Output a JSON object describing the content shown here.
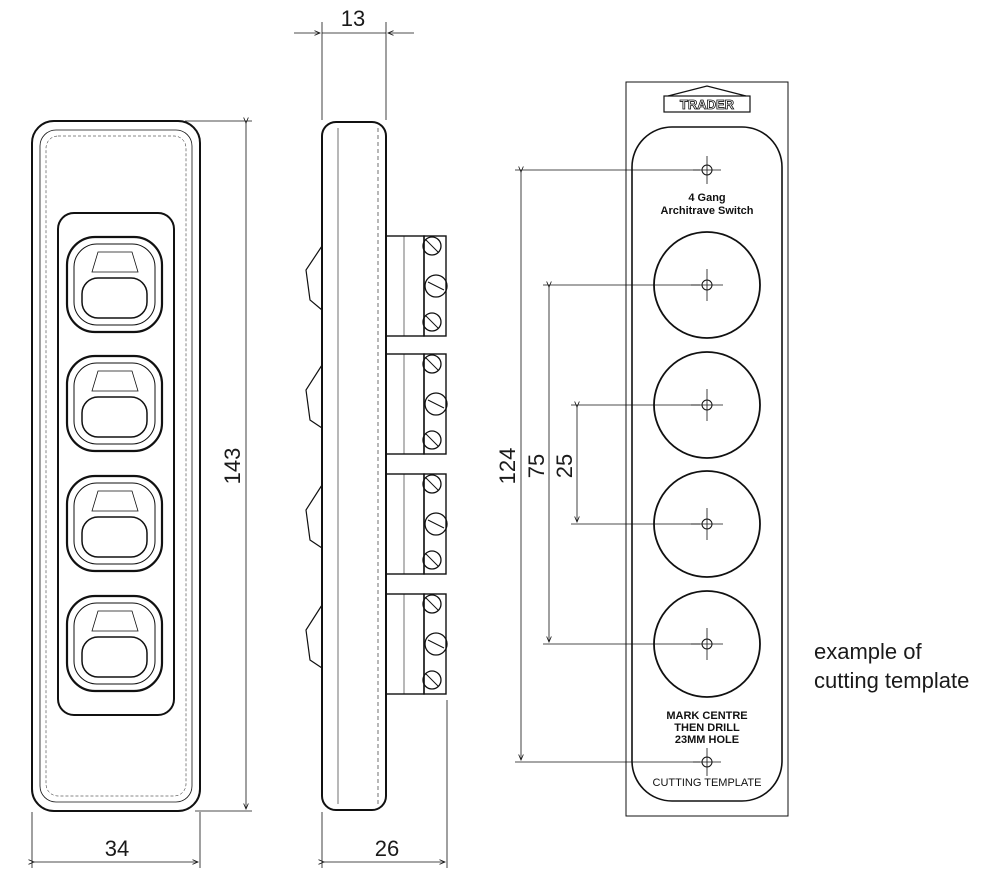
{
  "dimensions": {
    "front_width": "34",
    "front_height": "143",
    "side_depth_top": "13",
    "side_depth_bottom": "26",
    "template_total": "124",
    "template_outer_pitch": "75",
    "template_inner_pitch": "25"
  },
  "template": {
    "brand": "TRADER",
    "product_line1": "4 Gang",
    "product_line2": "Architrave Switch",
    "instruction_line1": "MARK CENTRE",
    "instruction_line2": "THEN DRILL",
    "instruction_line3": "23MM HOLE",
    "footer": "CUTTING TEMPLATE"
  },
  "note": {
    "line1": "example of",
    "line2": "cutting template"
  }
}
